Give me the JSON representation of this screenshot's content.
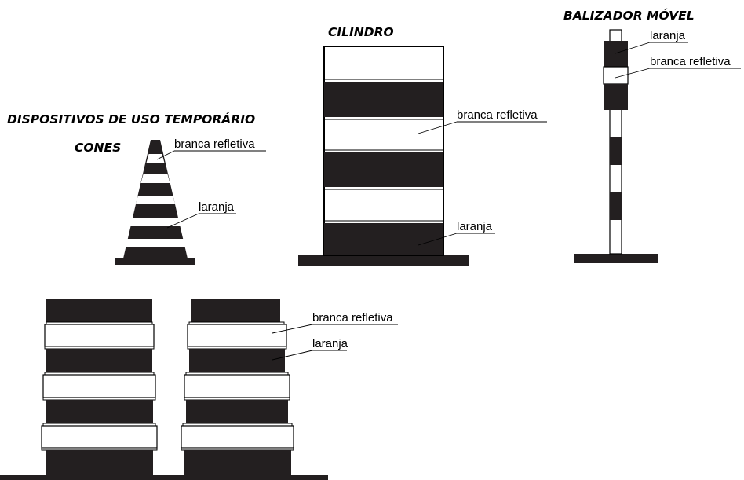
{
  "titles": {
    "main": "DISPOSITIVOS DE USO TEMPORÁRIO",
    "cones": "CONES",
    "cilindro": "CILINDRO",
    "balizador": "BALIZADOR MÓVEL"
  },
  "labels": {
    "white": "branca refletiva",
    "orange": "laranja"
  },
  "colors": {
    "band_dark": "#231f20",
    "band_light": "#ffffff",
    "outline": "#000000"
  }
}
